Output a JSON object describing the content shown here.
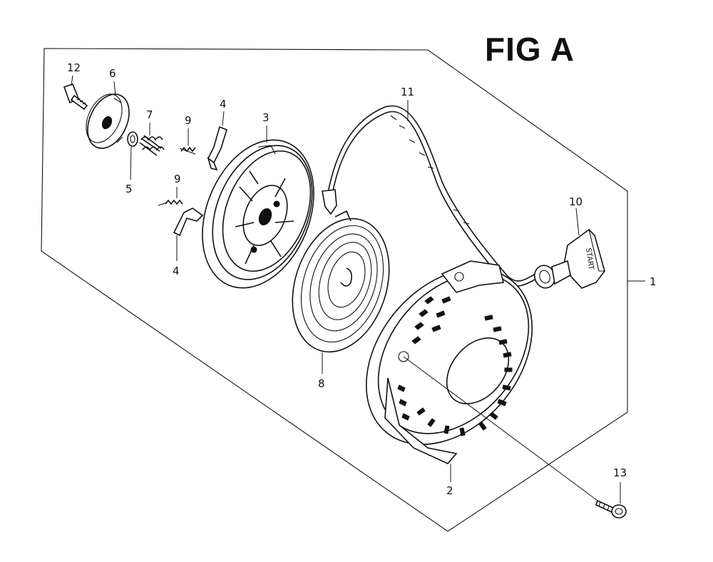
{
  "figure": {
    "title": "FIG A"
  },
  "callouts": [
    {
      "id": "c1",
      "text": "1"
    },
    {
      "id": "c2",
      "text": "2"
    },
    {
      "id": "c3",
      "text": "3"
    },
    {
      "id": "c4a",
      "text": "4"
    },
    {
      "id": "c4b",
      "text": "4"
    },
    {
      "id": "c5",
      "text": "5"
    },
    {
      "id": "c6",
      "text": "6"
    },
    {
      "id": "c7",
      "text": "7"
    },
    {
      "id": "c8",
      "text": "8"
    },
    {
      "id": "c9a",
      "text": "9"
    },
    {
      "id": "c9b",
      "text": "9"
    },
    {
      "id": "c10",
      "text": "10"
    },
    {
      "id": "c11",
      "text": "11"
    },
    {
      "id": "c12",
      "text": "12"
    },
    {
      "id": "c13",
      "text": "13"
    }
  ],
  "handle": {
    "text": "START"
  }
}
